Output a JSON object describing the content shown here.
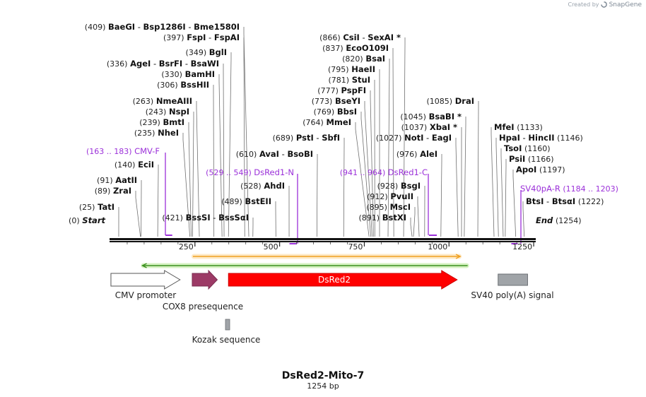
{
  "credit": {
    "prefix": "Created by",
    "brand": "SnapGene",
    "icon": "snapgene-logo-icon"
  },
  "map": {
    "name": "DsRed2-Mito-7",
    "length_label": "1254 bp",
    "length": 1254,
    "start_label": "Start",
    "end_label": "End",
    "start_pos": "(0)",
    "end_pos": "(1254)",
    "ticks": [
      {
        "bp": 250,
        "label": "250"
      },
      {
        "bp": 500,
        "label": "500"
      },
      {
        "bp": 750,
        "label": "750"
      },
      {
        "bp": 1000,
        "label": "1000"
      },
      {
        "bp": 1250,
        "label": "1250"
      }
    ],
    "minor_ticks": [
      50,
      100,
      150,
      200,
      300,
      350,
      400,
      450,
      550,
      600,
      650,
      700,
      800,
      850,
      900,
      950,
      1050,
      1100,
      1150,
      1200
    ]
  },
  "sites": [
    {
      "bp": 409,
      "pos": "(409)",
      "names": [
        "BaeGI",
        "Bsp1286I",
        "Bme1580I"
      ],
      "side": "left"
    },
    {
      "bp": 397,
      "pos": "(397)",
      "names": [
        "FspI",
        "FspAI"
      ],
      "side": "left"
    },
    {
      "bp": 349,
      "pos": "(349)",
      "names": [
        "BglI"
      ],
      "side": "left"
    },
    {
      "bp": 336,
      "pos": "(336)",
      "names": [
        "AgeI",
        "BsrFI",
        "BsaWI"
      ],
      "side": "left"
    },
    {
      "bp": 330,
      "pos": "(330)",
      "names": [
        "BamHI"
      ],
      "side": "left"
    },
    {
      "bp": 306,
      "pos": "(306)",
      "names": [
        "BssHII"
      ],
      "side": "left"
    },
    {
      "bp": 263,
      "pos": "(263)",
      "names": [
        "NmeAIII"
      ],
      "side": "left"
    },
    {
      "bp": 243,
      "pos": "(243)",
      "names": [
        "NspI"
      ],
      "side": "left"
    },
    {
      "bp": 239,
      "pos": "(239)",
      "names": [
        "BmtI"
      ],
      "side": "left"
    },
    {
      "bp": 235,
      "pos": "(235)",
      "names": [
        "NheI"
      ],
      "side": "left"
    },
    {
      "bp": 140,
      "pos": "(140)",
      "names": [
        "EciI"
      ],
      "side": "left"
    },
    {
      "bp": 91,
      "pos": "(91)",
      "names": [
        "AatII"
      ],
      "side": "left"
    },
    {
      "bp": 89,
      "pos": "(89)",
      "names": [
        "ZraI"
      ],
      "side": "left"
    },
    {
      "bp": 25,
      "pos": "(25)",
      "names": [
        "TatI"
      ],
      "side": "left"
    },
    {
      "bp": 421,
      "pos": "(421)",
      "names": [
        "BssSI",
        "BssSαI"
      ],
      "side": "left"
    },
    {
      "bp": 610,
      "pos": "(610)",
      "names": [
        "AvaI",
        "BsoBI"
      ],
      "side": "left"
    },
    {
      "bp": 528,
      "pos": "(528)",
      "names": [
        "AhdI"
      ],
      "side": "left"
    },
    {
      "bp": 489,
      "pos": "(489)",
      "names": [
        "BstEII"
      ],
      "side": "left"
    },
    {
      "bp": 689,
      "pos": "(689)",
      "names": [
        "PstI",
        "SbfI"
      ],
      "side": "left"
    },
    {
      "bp": 866,
      "pos": "(866)",
      "names": [
        "CsiI",
        "SexAI *"
      ],
      "side": "left"
    },
    {
      "bp": 837,
      "pos": "(837)",
      "names": [
        "EcoO109I"
      ],
      "side": "left"
    },
    {
      "bp": 820,
      "pos": "(820)",
      "names": [
        "BsaI"
      ],
      "side": "left"
    },
    {
      "bp": 795,
      "pos": "(795)",
      "names": [
        "HaeII"
      ],
      "side": "left"
    },
    {
      "bp": 781,
      "pos": "(781)",
      "names": [
        "StuI"
      ],
      "side": "left"
    },
    {
      "bp": 777,
      "pos": "(777)",
      "names": [
        "PspFI"
      ],
      "side": "left"
    },
    {
      "bp": 773,
      "pos": "(773)",
      "names": [
        "BseYI"
      ],
      "side": "left"
    },
    {
      "bp": 769,
      "pos": "(769)",
      "names": [
        "BbsI"
      ],
      "side": "left"
    },
    {
      "bp": 764,
      "pos": "(764)",
      "names": [
        "MmeI"
      ],
      "side": "left"
    },
    {
      "bp": 928,
      "pos": "(928)",
      "names": [
        "BsgI"
      ],
      "side": "left"
    },
    {
      "bp": 912,
      "pos": "(912)",
      "names": [
        "PvuII"
      ],
      "side": "left"
    },
    {
      "bp": 895,
      "pos": "(895)",
      "names": [
        "MscI"
      ],
      "side": "left"
    },
    {
      "bp": 891,
      "pos": "(891)",
      "names": [
        "BstXI"
      ],
      "side": "left"
    },
    {
      "bp": 1027,
      "pos": "(1027)",
      "names": [
        "NotI",
        "EagI"
      ],
      "side": "left"
    },
    {
      "bp": 976,
      "pos": "(976)",
      "names": [
        "AleI"
      ],
      "side": "left"
    },
    {
      "bp": 1085,
      "pos": "(1085)",
      "names": [
        "DraI"
      ],
      "side": "left"
    },
    {
      "bp": 1045,
      "pos": "(1045)",
      "names": [
        "BsaBI *"
      ],
      "side": "left"
    },
    {
      "bp": 1037,
      "pos": "(1037)",
      "names": [
        "XbaI *"
      ],
      "side": "left"
    },
    {
      "bp": 1133,
      "pos": "(1133)",
      "names": [
        "MfeI"
      ],
      "side": "right"
    },
    {
      "bp": 1146,
      "pos": "(1146)",
      "names": [
        "HpaI",
        "HincII"
      ],
      "side": "right"
    },
    {
      "bp": 1160,
      "pos": "(1160)",
      "names": [
        "TsoI"
      ],
      "side": "right"
    },
    {
      "bp": 1166,
      "pos": "(1166)",
      "names": [
        "PsiI"
      ],
      "side": "right"
    },
    {
      "bp": 1197,
      "pos": "(1197)",
      "names": [
        "ApoI"
      ],
      "side": "right"
    },
    {
      "bp": 1222,
      "pos": "(1222)",
      "names": [
        "BtsI",
        "BtsαI"
      ],
      "side": "right"
    }
  ],
  "primers": [
    {
      "name": "CMV-F",
      "range": "(163 .. 183)",
      "start": 163,
      "end": 183,
      "direction": "forward",
      "color": "#9b30d9"
    },
    {
      "name": "DsRed1-N",
      "range": "(529 .. 549)",
      "start": 529,
      "end": 549,
      "direction": "reverse",
      "color": "#9b30d9"
    },
    {
      "name": "DsRed1-C",
      "range": "(941 .. 964)",
      "start": 941,
      "end": 964,
      "direction": "forward",
      "color": "#9b30d9"
    },
    {
      "name": "SV40pA-R",
      "range": "(1184 .. 1203)",
      "start": 1184,
      "end": 1203,
      "direction": "reverse",
      "color": "#9b30d9"
    }
  ],
  "orfs": [
    {
      "start": 244,
      "end": 1033,
      "direction": "forward",
      "color": "#f0a020",
      "fill": "#fde9c6"
    },
    {
      "start": 95,
      "end": 1055,
      "direction": "reverse",
      "color": "#3a8f1e",
      "fill": "#d6f2c2"
    }
  ],
  "features": [
    {
      "name": "CMV promoter",
      "start": 2,
      "end": 206,
      "shape": "arrow",
      "color": "#ffffff",
      "stroke": "#555555",
      "label_pos": "below"
    },
    {
      "name": "COX8 presequence",
      "start": 242,
      "end": 316,
      "shape": "arrow",
      "color": "#9c3a66",
      "stroke": "#7a2c50",
      "label_pos": "below"
    },
    {
      "name": "DsRed2",
      "start": 349,
      "end": 1024,
      "shape": "arrow",
      "color": "#ff0000",
      "stroke": "#cc0000",
      "label_pos": "inside"
    },
    {
      "name": "SV40 poly(A) signal",
      "start": 1145,
      "end": 1232,
      "shape": "box",
      "color": "#a0a4a8",
      "stroke": "#6b6f73",
      "label_pos": "below"
    },
    {
      "name": "Kozak sequence",
      "start": 234,
      "end": 243,
      "shape": "box",
      "color": "#a0a4a8",
      "stroke": "#6b6f73",
      "label_pos": "below"
    }
  ]
}
